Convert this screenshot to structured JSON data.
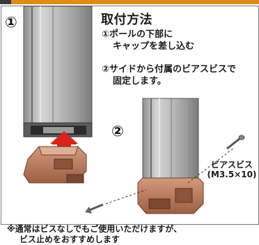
{
  "section_title": "取付方法",
  "steps": {
    "one": "①",
    "two": "②"
  },
  "instructions": [
    "①ポールの下部に",
    "キャップを差し込む",
    "②サイドから付属のビアスビスで",
    "固定します。"
  ],
  "screw_label": {
    "name": "ビアスビス",
    "spec": "(M3.5×10)"
  },
  "footnote": [
    "※通常はビスなしでもご使用いただけますが、",
    "ビス止めをおすすめします"
  ],
  "colors": {
    "accent_orange": "#e08a1a",
    "arrow_red": "#d8241c",
    "cap_brown": "#b97a5a",
    "pole_gray": "#b5b5b5"
  }
}
